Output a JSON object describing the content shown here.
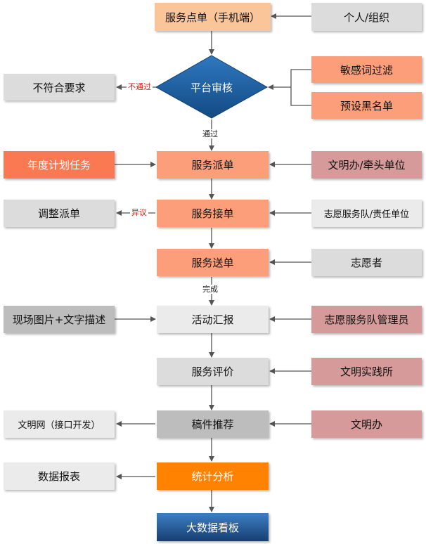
{
  "nodes": {
    "order": "服务点单（手机端）",
    "individual": "个人/组织",
    "review": "平台审核",
    "reject": "不符合要求",
    "filter": "敏感词过滤",
    "blacklist": "预设黑名单",
    "annual_plan": "年度计划任务",
    "dispatch": "服务派单",
    "civil_office_lead": "文明办/牵头单位",
    "adjust": "调整派单",
    "accept": "服务接单",
    "volunteer_team": "志愿服务队/责任单位",
    "deliver": "服务送单",
    "volunteer": "志愿者",
    "photos": "现场图片+文字描述",
    "report": "活动汇报",
    "team_admin": "志愿服务队管理员",
    "evaluate": "服务评价",
    "practice_center": "文明实践所",
    "recommend": "稿件推荐",
    "civil_web": "文明网（接口开发）",
    "civil_office": "文明办",
    "stats": "统计分析",
    "data_report": "数据报表",
    "dashboard": "大数据看板"
  },
  "edge_labels": {
    "not_pass": "不通过",
    "pass": "通过",
    "objection": "异议",
    "done": "完成"
  },
  "colors": {
    "peach_light": "#fbc59a",
    "peach": "#fb9e79",
    "orange_red": "#fa7852",
    "rose": "#d69a9a",
    "gray": "#dcdcdc",
    "gray_light": "#ebebeb",
    "gray_dark": "#bdbdbd",
    "orange": "#ff8200",
    "blue": "#1f5b9a",
    "red_text": "#d21c1c"
  }
}
